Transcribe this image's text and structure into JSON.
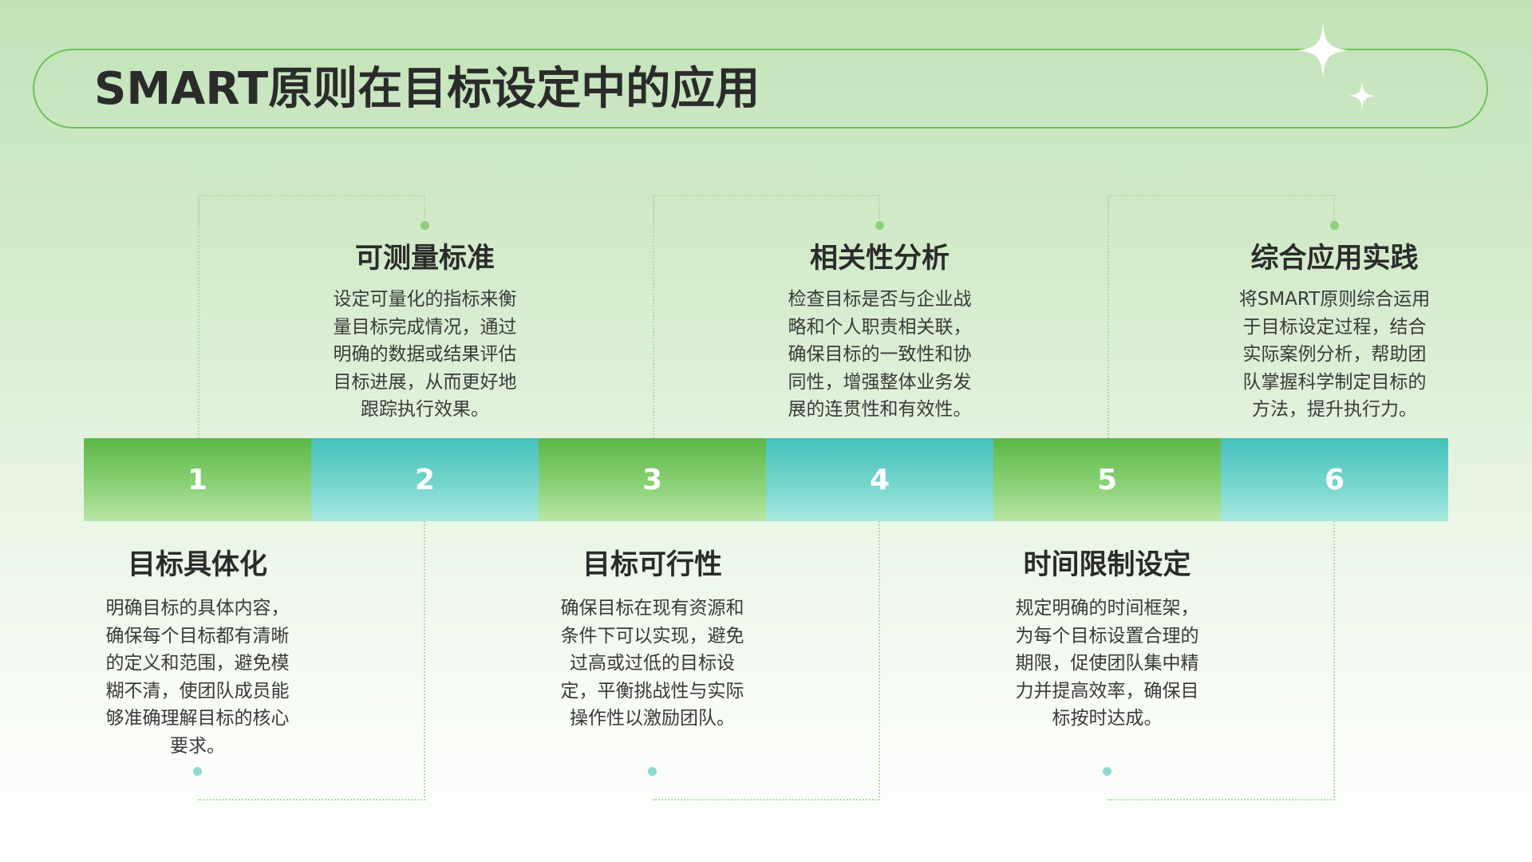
{
  "title": "SMART原则在目标设定中的应用",
  "steps": [
    {
      "number": "1",
      "title": "目标具体化",
      "desc": "明确目标的具体内容，确保每个目标都有清晰的定义和范围，避免模糊不清，使团队成员能够准确理解目标的核心要求。"
    },
    {
      "number": "2",
      "title": "可测量标准",
      "desc": "设定可量化的指标来衡量目标完成情况，通过明确的数据或结果评估目标进展，从而更好地跟踪执行效果。"
    },
    {
      "number": "3",
      "title": "目标可行性",
      "desc": "确保目标在现有资源和条件下可以实现，避免过高或过低的目标设定，平衡挑战性与实际操作性以激励团队。"
    },
    {
      "number": "4",
      "title": "相关性分析",
      "desc": "检查目标是否与企业战略和个人职责相关联，确保目标的一致性和协同性，增强整体业务发展的连贯性和有效性。"
    },
    {
      "number": "5",
      "title": "时间限制设定",
      "desc": "规定明确的时间框架，为每个目标设置合理的期限，促使团队集中精力并提高效率，确保目标按时达成。"
    },
    {
      "number": "6",
      "title": "综合应用实践",
      "desc": "将SMART原则综合运用于目标设定过程，结合实际案例分析，帮助团队掌握科学制定目标的方法，提升执行力。"
    }
  ],
  "colors": {
    "green": "#5cb746",
    "teal": "#43c1ba",
    "border": "#6cc258",
    "text": "#2b2b2b"
  },
  "icons": [
    "sparkle-icon"
  ]
}
